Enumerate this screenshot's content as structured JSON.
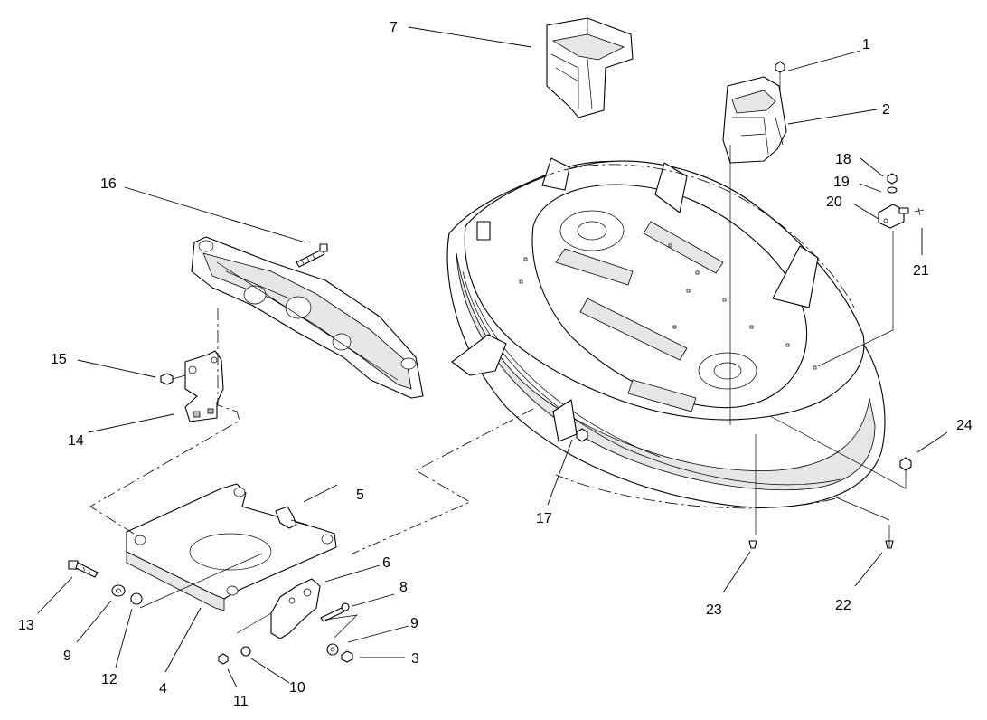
{
  "callouts": [
    "1",
    "2",
    "3",
    "4",
    "5",
    "6",
    "7",
    "8",
    "9",
    "9",
    "10",
    "11",
    "12",
    "13",
    "14",
    "15",
    "16",
    "17",
    "18",
    "19",
    "20",
    "21",
    "22",
    "23",
    "24"
  ]
}
